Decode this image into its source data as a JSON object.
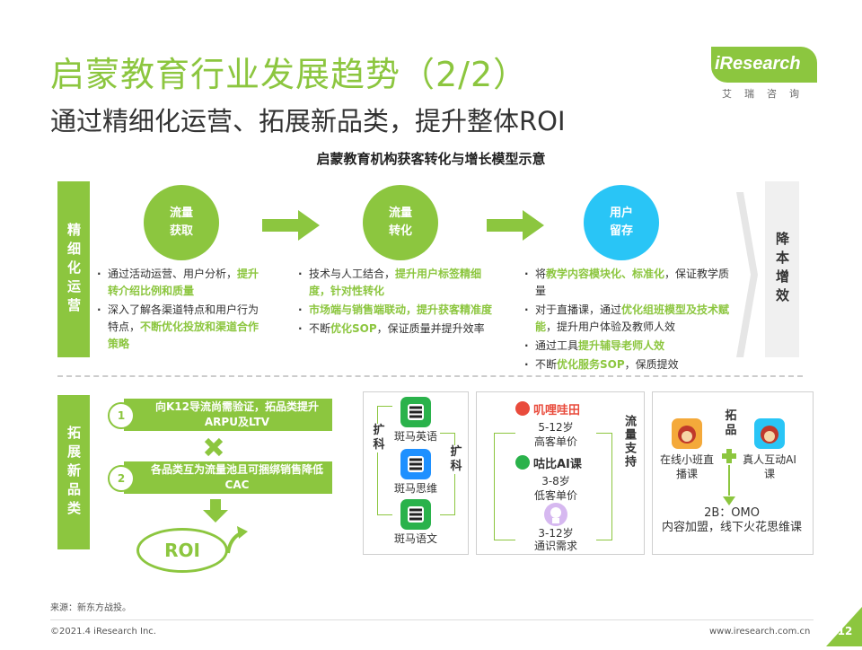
{
  "header": {
    "title": "启蒙教育行业发展趋势（2/2）",
    "subtitle": "通过精细化运营、拓展新品类，提升整体ROI",
    "logo_text": "iResearch",
    "logo_cn": "艾瑞咨询"
  },
  "chart_title": "启蒙教育机构获客转化与增长模型示意",
  "section1": {
    "side_label": "精细化运营",
    "right_label": "降本增效",
    "stages": [
      {
        "label1": "流量",
        "label2": "获取"
      },
      {
        "label1": "流量",
        "label2": "转化"
      },
      {
        "label1": "用户",
        "label2": "留存"
      }
    ],
    "col1": {
      "b1_pre": "通过活动运营、用户分析，",
      "b1_hl": "提升转介绍比例和质量",
      "b2_pre": "深入了解各渠道特点和用户行为特点，",
      "b2_hl": "不断优化投放和渠道合作策略"
    },
    "col2": {
      "b1_pre": "技术与人工结合，",
      "b1_hl": "提升用户标签精细度，针对性转化",
      "b2_hl": "市场端与销售端联动，提升获客精准度",
      "b3_pre": "不断",
      "b3_hl": "优化SOP",
      "b3_post": "，保证质量并提升效率"
    },
    "col3": {
      "b1_pre": "将",
      "b1_hl": "教学内容模块化、标准化",
      "b1_post": "，保证教学质量",
      "b2_pre": "对于直播课，通过",
      "b2_hl": "优化组班模型及技术赋能",
      "b2_post": "，提升用户体验及教师人效",
      "b3_pre": "通过工具",
      "b3_hl": "提升辅导老师人效",
      "b4_pre": "不断",
      "b4_hl": "优化服务SOP",
      "b4_post": "，保质提效"
    }
  },
  "section2": {
    "side_label": "拓展新品类",
    "step1_num": "1",
    "step1_text": "向K12导流尚需验证，拓品类提升ARPU及LTV",
    "step2_num": "2",
    "step2_text": "各品类互为流量池且可捆绑销售降低CAC",
    "roi": "ROI",
    "panel1": {
      "left_label": "扩科",
      "right_label": "扩科",
      "apps": [
        "斑马英语",
        "斑马思维",
        "斑马语文"
      ]
    },
    "panel2": {
      "side_label": "流量支持",
      "items": [
        {
          "brand": "叽哩哇田",
          "age": "5-12岁",
          "desc": "高客单价"
        },
        {
          "brand": "咕比AI课",
          "age": "3-8岁",
          "desc": "低客单价"
        },
        {
          "brand": "",
          "age": "3-12岁",
          "desc": "通识需求"
        }
      ]
    },
    "panel3": {
      "top_label": "拓品",
      "left_app": "在线小班直播课",
      "right_app": "真人互动AI课",
      "bottom_title": "2B：OMO",
      "bottom_desc": "内容加盟，线下火花思维课"
    }
  },
  "footer": {
    "source": "来源：新东方战投。",
    "copyright": "©2021.4 iResearch Inc.",
    "website": "www.iresearch.com.cn",
    "page": "12"
  }
}
